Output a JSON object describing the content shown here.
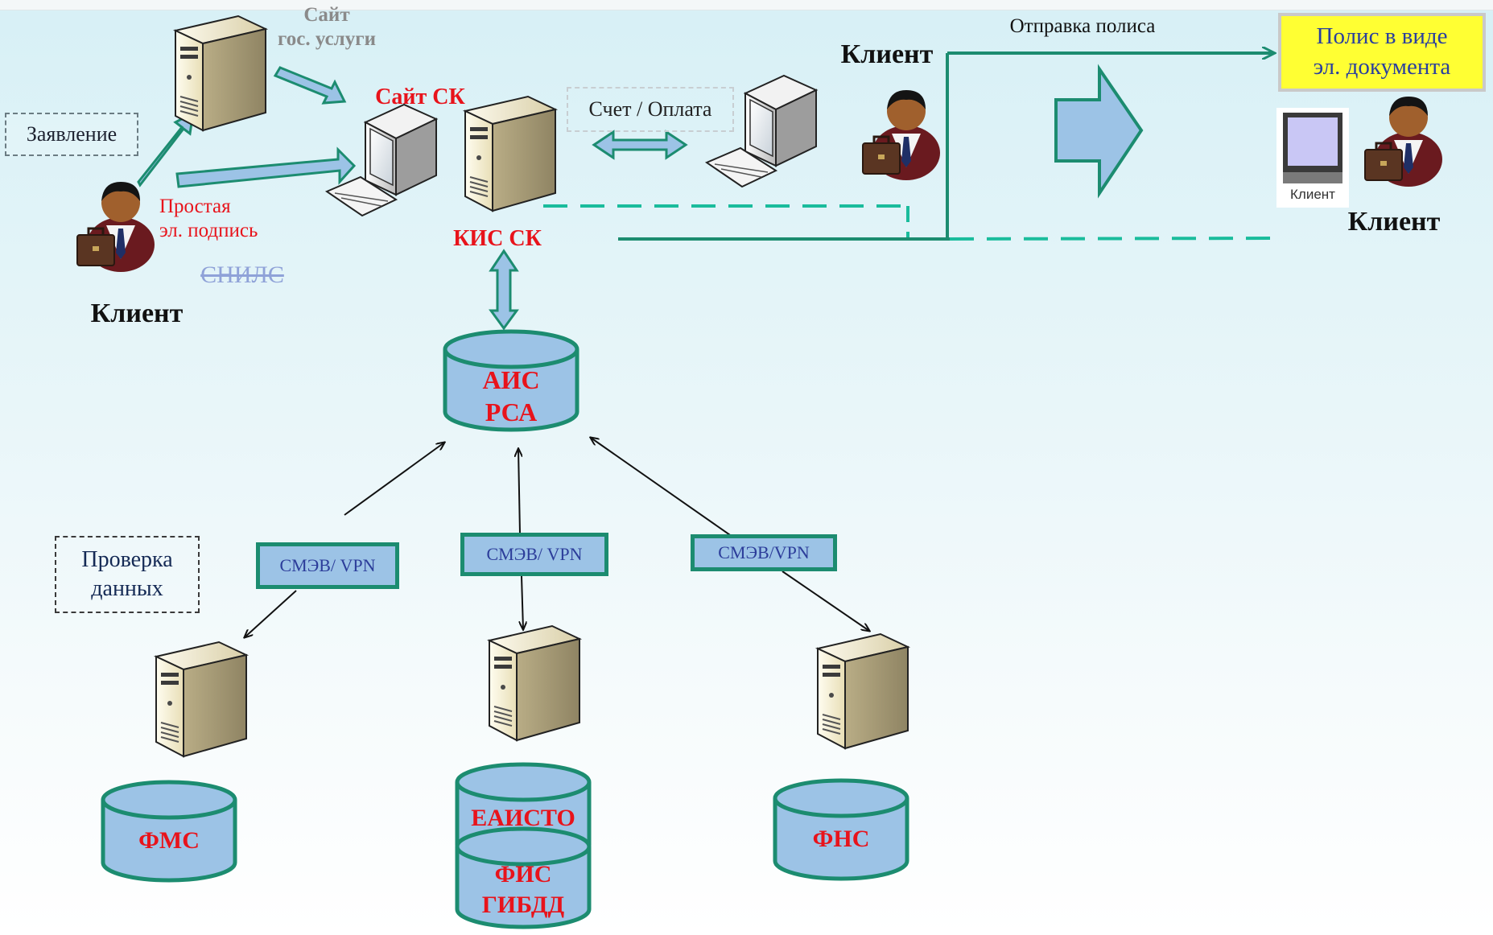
{
  "labels": {
    "gos_site": "Сайт\nгос. услуги",
    "sk_site": "Сайт СК",
    "kis_sk": "КИС СК",
    "application": "Заявление",
    "simple_signature": "Простая\nэл. подпись",
    "snils": "СНИЛС",
    "client_left": "Клиент",
    "client_mid": "Клиент",
    "client_right": "Клиент",
    "invoice_payment": "Счет / Оплата",
    "send_policy": "Отправка полиса",
    "policy_doc": "Полис в виде\nэл. документа",
    "computer_caption": "Клиент",
    "data_check": "Проверка\nданных",
    "smev_left": "СМЭВ/ VPN",
    "smev_mid": "СМЭВ/ VPN",
    "smev_right": "СМЭВ/VPN"
  },
  "databases": {
    "ais_rsa": "АИС\nРСА",
    "fms": "ФМС",
    "eaisto": "ЕАИСТО",
    "fis_gibdd": "ФИС\nГИБДД",
    "fns": "ФНС"
  },
  "colors": {
    "arrow_teal": "#1c8c70",
    "db_fill": "#9cc3e6",
    "red_text": "#e8131b",
    "policy_fill": "#ffff33",
    "big_arrow_fill": "#9cc3e6"
  },
  "icons": {
    "server": "server-tower-icon",
    "pc": "desktop-computer-icon",
    "person": "businessman-icon"
  }
}
